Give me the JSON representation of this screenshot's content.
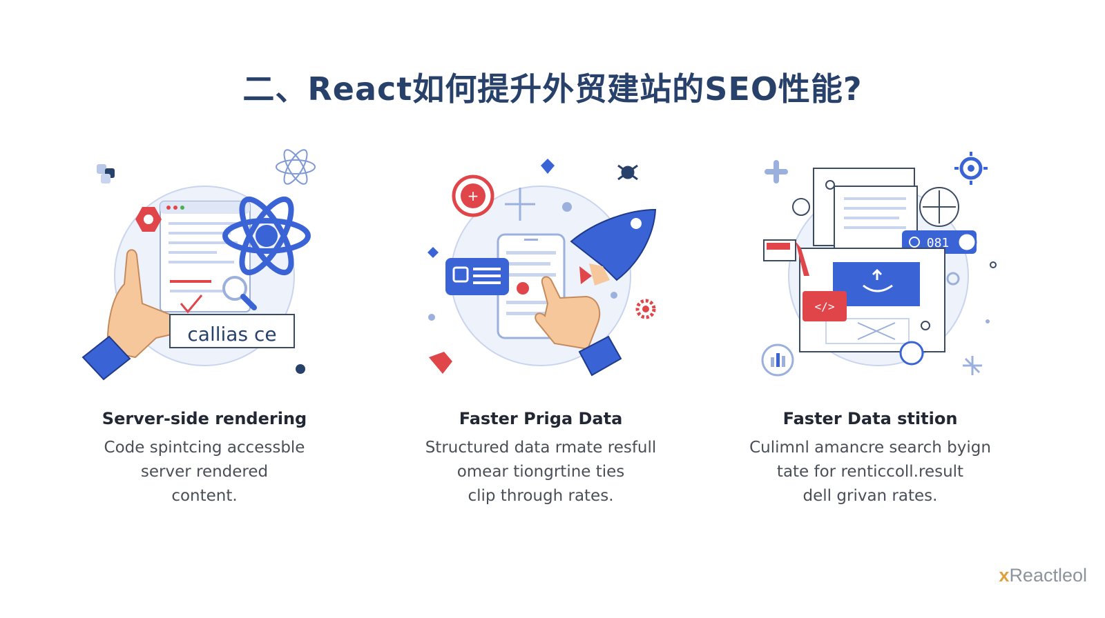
{
  "title": "二、React如何提升外贸建站的SEO性能?",
  "cards": [
    {
      "title": "Server-side rendering",
      "desc": [
        "Code spintcing accessble",
        "server rendered",
        "content."
      ],
      "illustration_label": "callias ce"
    },
    {
      "title": "Faster Priga Data",
      "desc": [
        "Structured data rmate resfull",
        "omear tiongrtine ties",
        "clip through rates."
      ]
    },
    {
      "title": "Faster Data stition",
      "desc": [
        "Culimnl amancre search byign",
        "tate for renticcoll.result",
        "dell grivan rates."
      ],
      "badge": "081"
    }
  ],
  "brand": {
    "prefix": "x",
    "name": "Reactleol"
  },
  "colors": {
    "blue": "#3a63d6",
    "red": "#e0454a",
    "navy": "#27416b",
    "circle": "#eef2fb"
  }
}
